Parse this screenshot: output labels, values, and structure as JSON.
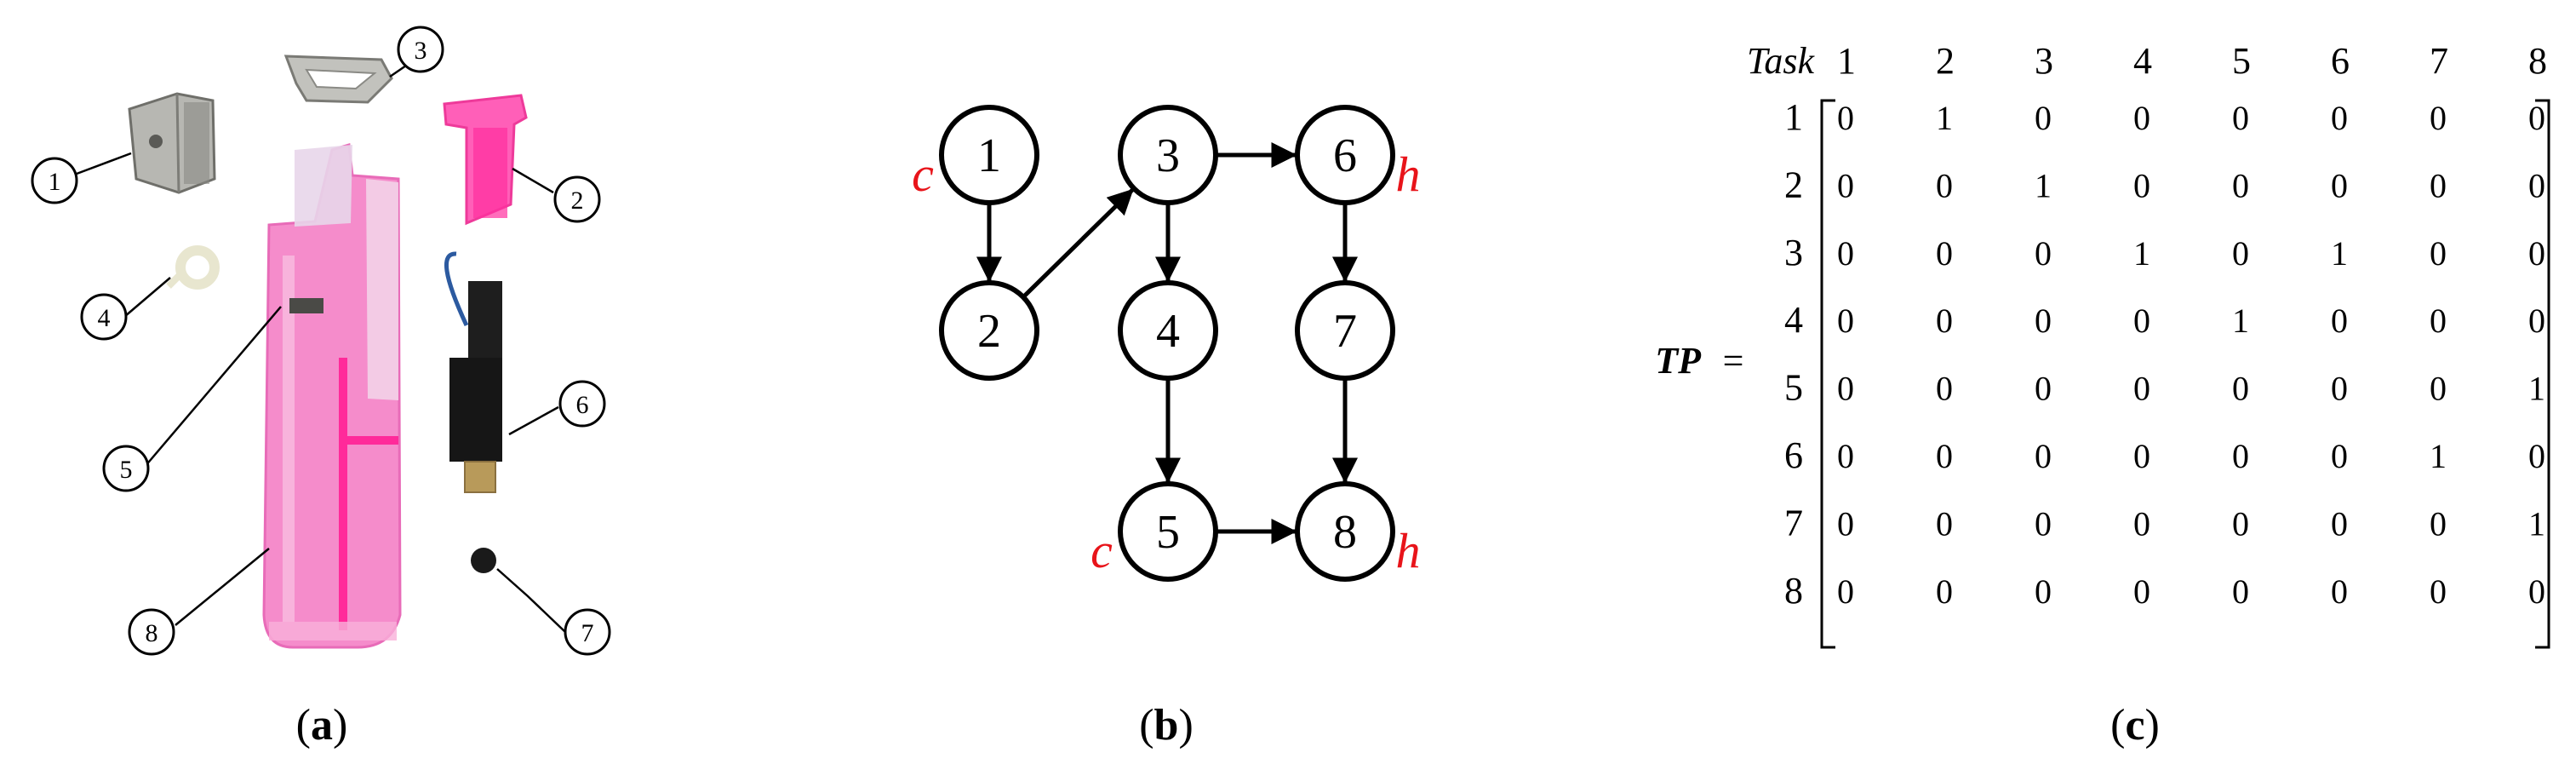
{
  "panel_a": {
    "caption": "a",
    "callouts": [
      "1",
      "2",
      "3",
      "4",
      "5",
      "6",
      "7",
      "8"
    ],
    "colors": {
      "pink_body": "#f27cc4",
      "pink_dark": "#ff2a9a",
      "clear_plastic": "#e8d6ea",
      "metal": "#a9a9a4",
      "black": "#1a1a1a",
      "brass": "#b89a5a"
    }
  },
  "panel_b": {
    "caption": "b",
    "nodes": [
      "1",
      "2",
      "3",
      "4",
      "5",
      "6",
      "7",
      "8"
    ],
    "node_marks": [
      {
        "node": "1",
        "mark": "c"
      },
      {
        "node": "6",
        "mark": "h"
      },
      {
        "node": "5",
        "mark": "c"
      },
      {
        "node": "8",
        "mark": "h"
      }
    ],
    "edges": [
      [
        "1",
        "2"
      ],
      [
        "2",
        "3"
      ],
      [
        "3",
        "4"
      ],
      [
        "3",
        "6"
      ],
      [
        "4",
        "5"
      ],
      [
        "6",
        "7"
      ],
      [
        "5",
        "8"
      ],
      [
        "7",
        "8"
      ]
    ],
    "mark_color": "#e8141a"
  },
  "panel_c": {
    "caption": "c",
    "header_label": "Task",
    "columns": [
      "1",
      "2",
      "3",
      "4",
      "5",
      "6",
      "7",
      "8"
    ],
    "rows": [
      "1",
      "2",
      "3",
      "4",
      "5",
      "6",
      "7",
      "8"
    ],
    "matrix_name": "TP",
    "equals": "=",
    "matrix": [
      [
        "0",
        "1",
        "0",
        "0",
        "0",
        "0",
        "0",
        "0"
      ],
      [
        "0",
        "0",
        "1",
        "0",
        "0",
        "0",
        "0",
        "0"
      ],
      [
        "0",
        "0",
        "0",
        "1",
        "0",
        "1",
        "0",
        "0"
      ],
      [
        "0",
        "0",
        "0",
        "0",
        "1",
        "0",
        "0",
        "0"
      ],
      [
        "0",
        "0",
        "0",
        "0",
        "0",
        "0",
        "0",
        "1"
      ],
      [
        "0",
        "0",
        "0",
        "0",
        "0",
        "0",
        "1",
        "0"
      ],
      [
        "0",
        "0",
        "0",
        "0",
        "0",
        "0",
        "0",
        "1"
      ],
      [
        "0",
        "0",
        "0",
        "0",
        "0",
        "0",
        "0",
        "0"
      ]
    ]
  }
}
